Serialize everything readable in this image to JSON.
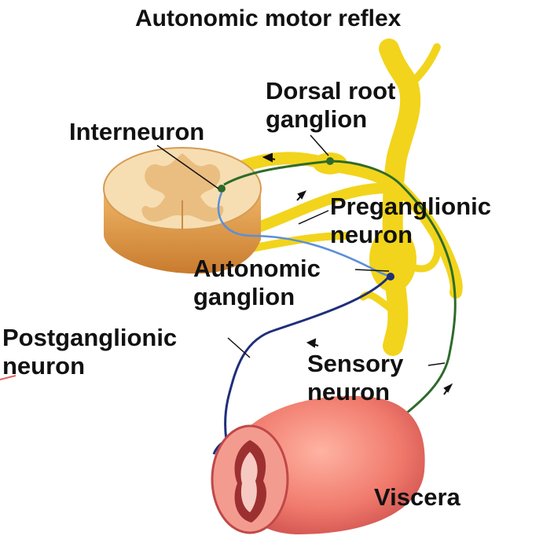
{
  "title": "Autonomic motor reflex",
  "labels": {
    "dorsal_root_ganglion": [
      "Dorsal root",
      "ganglion"
    ],
    "interneuron": "Interneuron",
    "preganglionic_neuron": [
      "Preganglionic",
      "neuron"
    ],
    "autonomic_ganglion": [
      "Autonomic",
      "ganglion"
    ],
    "postganglionic_neuron": [
      "Postganglionic",
      "neuron"
    ],
    "sensory_neuron": [
      "Sensory",
      "neuron"
    ],
    "viscera": "Viscera"
  },
  "colors": {
    "nerve_yellow": "#f2d41c",
    "spinal_tan": "#e9a85c",
    "gray_matter": "#f5e2b0",
    "sensory_green": "#2f6b2a",
    "motor_blue": "#1f2f7a",
    "pre_blue": "#5a8fd8",
    "viscera_pink": "#e96a6a"
  }
}
